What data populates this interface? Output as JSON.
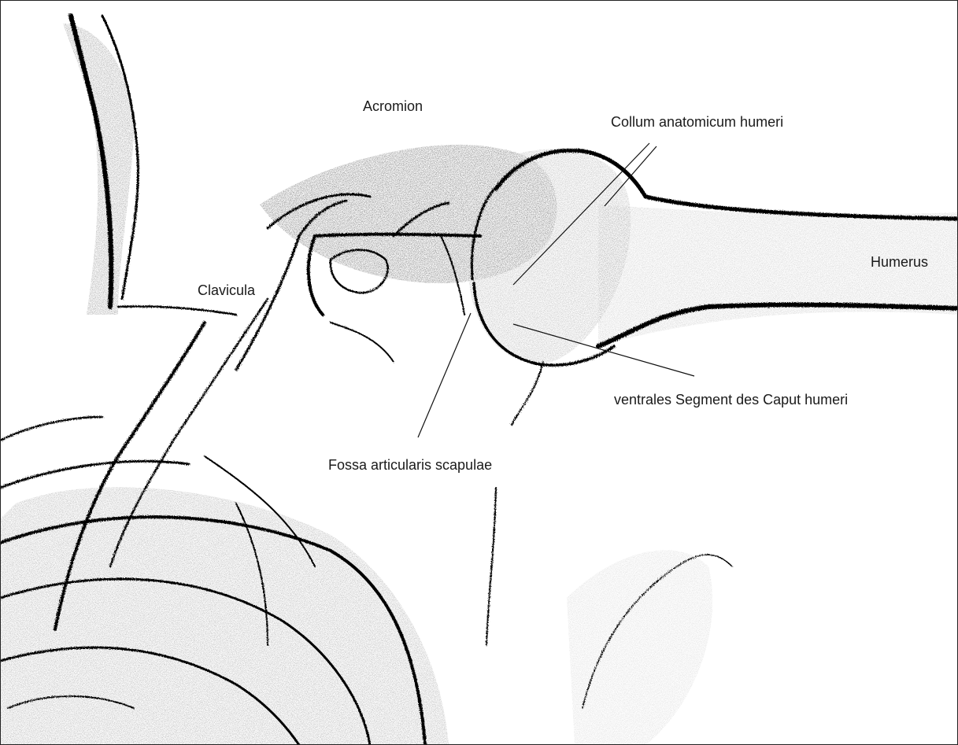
{
  "labels": {
    "acromion": "Acromion",
    "collum": "Collum anatomicum humeri",
    "humerus": "Humerus",
    "clavicula": "Clavicula",
    "ventrales": "ventrales Segment des Caput humeri",
    "fossa": "Fossa articularis scapulae"
  },
  "colors": {
    "ink": "#111111",
    "background": "#ffffff"
  }
}
